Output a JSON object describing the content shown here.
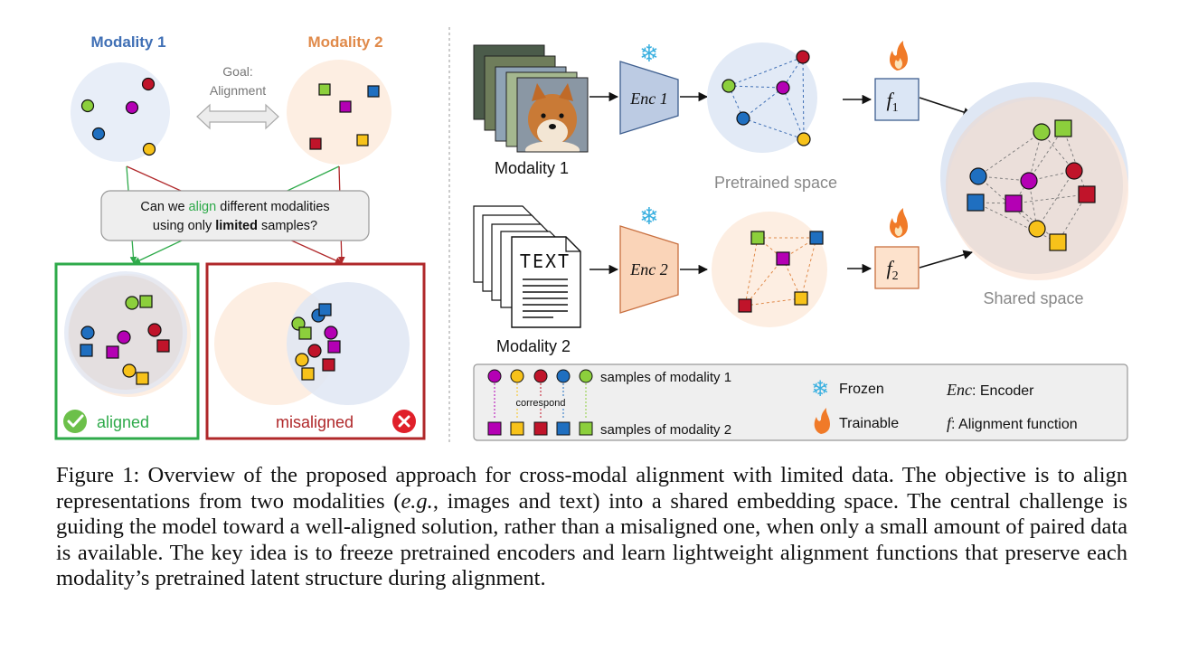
{
  "left_panel": {
    "modality1_label": "Modality 1",
    "modality2_label": "Modality 2",
    "goal_line1": "Goal:",
    "goal_line2": "Alignment",
    "question_line1_pre": "Can we ",
    "question_line1_highlight": "align",
    "question_line1_post": " different modalities",
    "question_line2_pre": "using only ",
    "question_line2_bold": "limited",
    "question_line2_post": " samples?",
    "aligned_label": "aligned",
    "misaligned_label": "misaligned"
  },
  "right_panel": {
    "modality1_label": "Modality 1",
    "modality2_label": "Modality 2",
    "encoder1_label": "Enc 1",
    "encoder2_label": "Enc 2",
    "f1_label": "f",
    "f1_sub": "1",
    "f2_label": "f",
    "f2_sub": "2",
    "pretrained_space_label": "Pretrained space",
    "shared_space_label": "Shared space",
    "text_doc_label": "TEXT"
  },
  "legend": {
    "samples_mod1": "samples of modality 1",
    "samples_mod2": "samples of modality 2",
    "correspond": "correspond",
    "frozen": "Frozen",
    "trainable": "Trainable",
    "enc_symbol": "Enc",
    "enc_desc": ": Encoder",
    "f_symbol": "f",
    "f_desc": ": Alignment function"
  },
  "colors": {
    "modality1": "#3f6fb5",
    "modality2": "#e08a4a",
    "green": "#2eaa4a",
    "red": "#b0282a",
    "purple": "#b400b4",
    "yellow": "#f7c21a",
    "blue_dot": "#1f6fc0",
    "green_dot": "#8ccf3c"
  },
  "caption": {
    "part1": "Figure 1: Overview of the proposed approach for cross-modal alignment with limited data. The objective is to align representations from two modalities (",
    "eg": "e.g.",
    "part2": ", images and text) into a shared embedding space. The central challenge is guiding the model toward a well-aligned solution, rather than a misaligned one, when only a small amount of paired data is available. The key idea is to freeze pretrained encoders and learn lightweight alignment functions that preserve each modality’s pretrained latent structure during alignment."
  }
}
